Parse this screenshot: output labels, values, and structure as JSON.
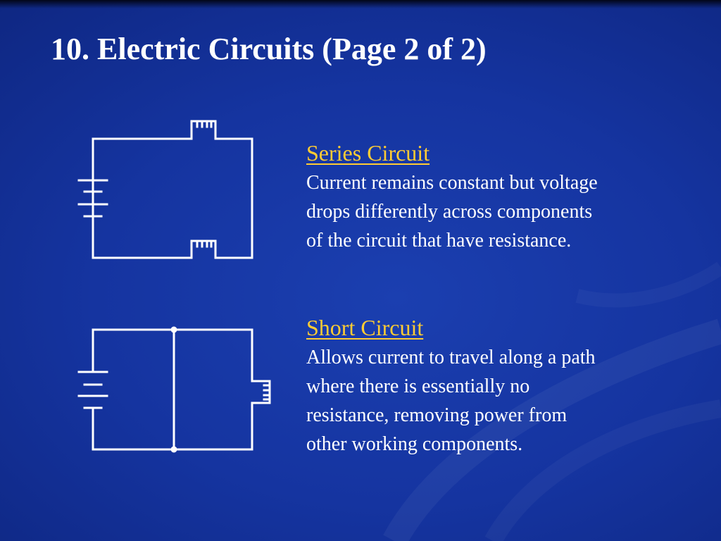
{
  "slide": {
    "title": "10. Electric Circuits (Page 2 of 2)",
    "colors": {
      "background": "#1534a0",
      "heading": "#ffcc33",
      "text": "#ffffff",
      "wire": "#ffffff"
    }
  },
  "sections": [
    {
      "heading": "Series Circuit",
      "body_lines": [
        "Current remains constant but voltage",
        "drops differently across components",
        "of the circuit that have resistance."
      ]
    },
    {
      "heading": "Short Circuit",
      "body_lines": [
        "Allows current to travel along a path",
        "where there is essentially no",
        "resistance, removing power from",
        "other working components."
      ]
    }
  ],
  "diagrams": [
    {
      "label": "series-circuit",
      "components": [
        "battery",
        "resistor",
        "resistor"
      ]
    },
    {
      "label": "short-circuit",
      "components": [
        "battery",
        "short-wire",
        "resistor"
      ]
    }
  ]
}
